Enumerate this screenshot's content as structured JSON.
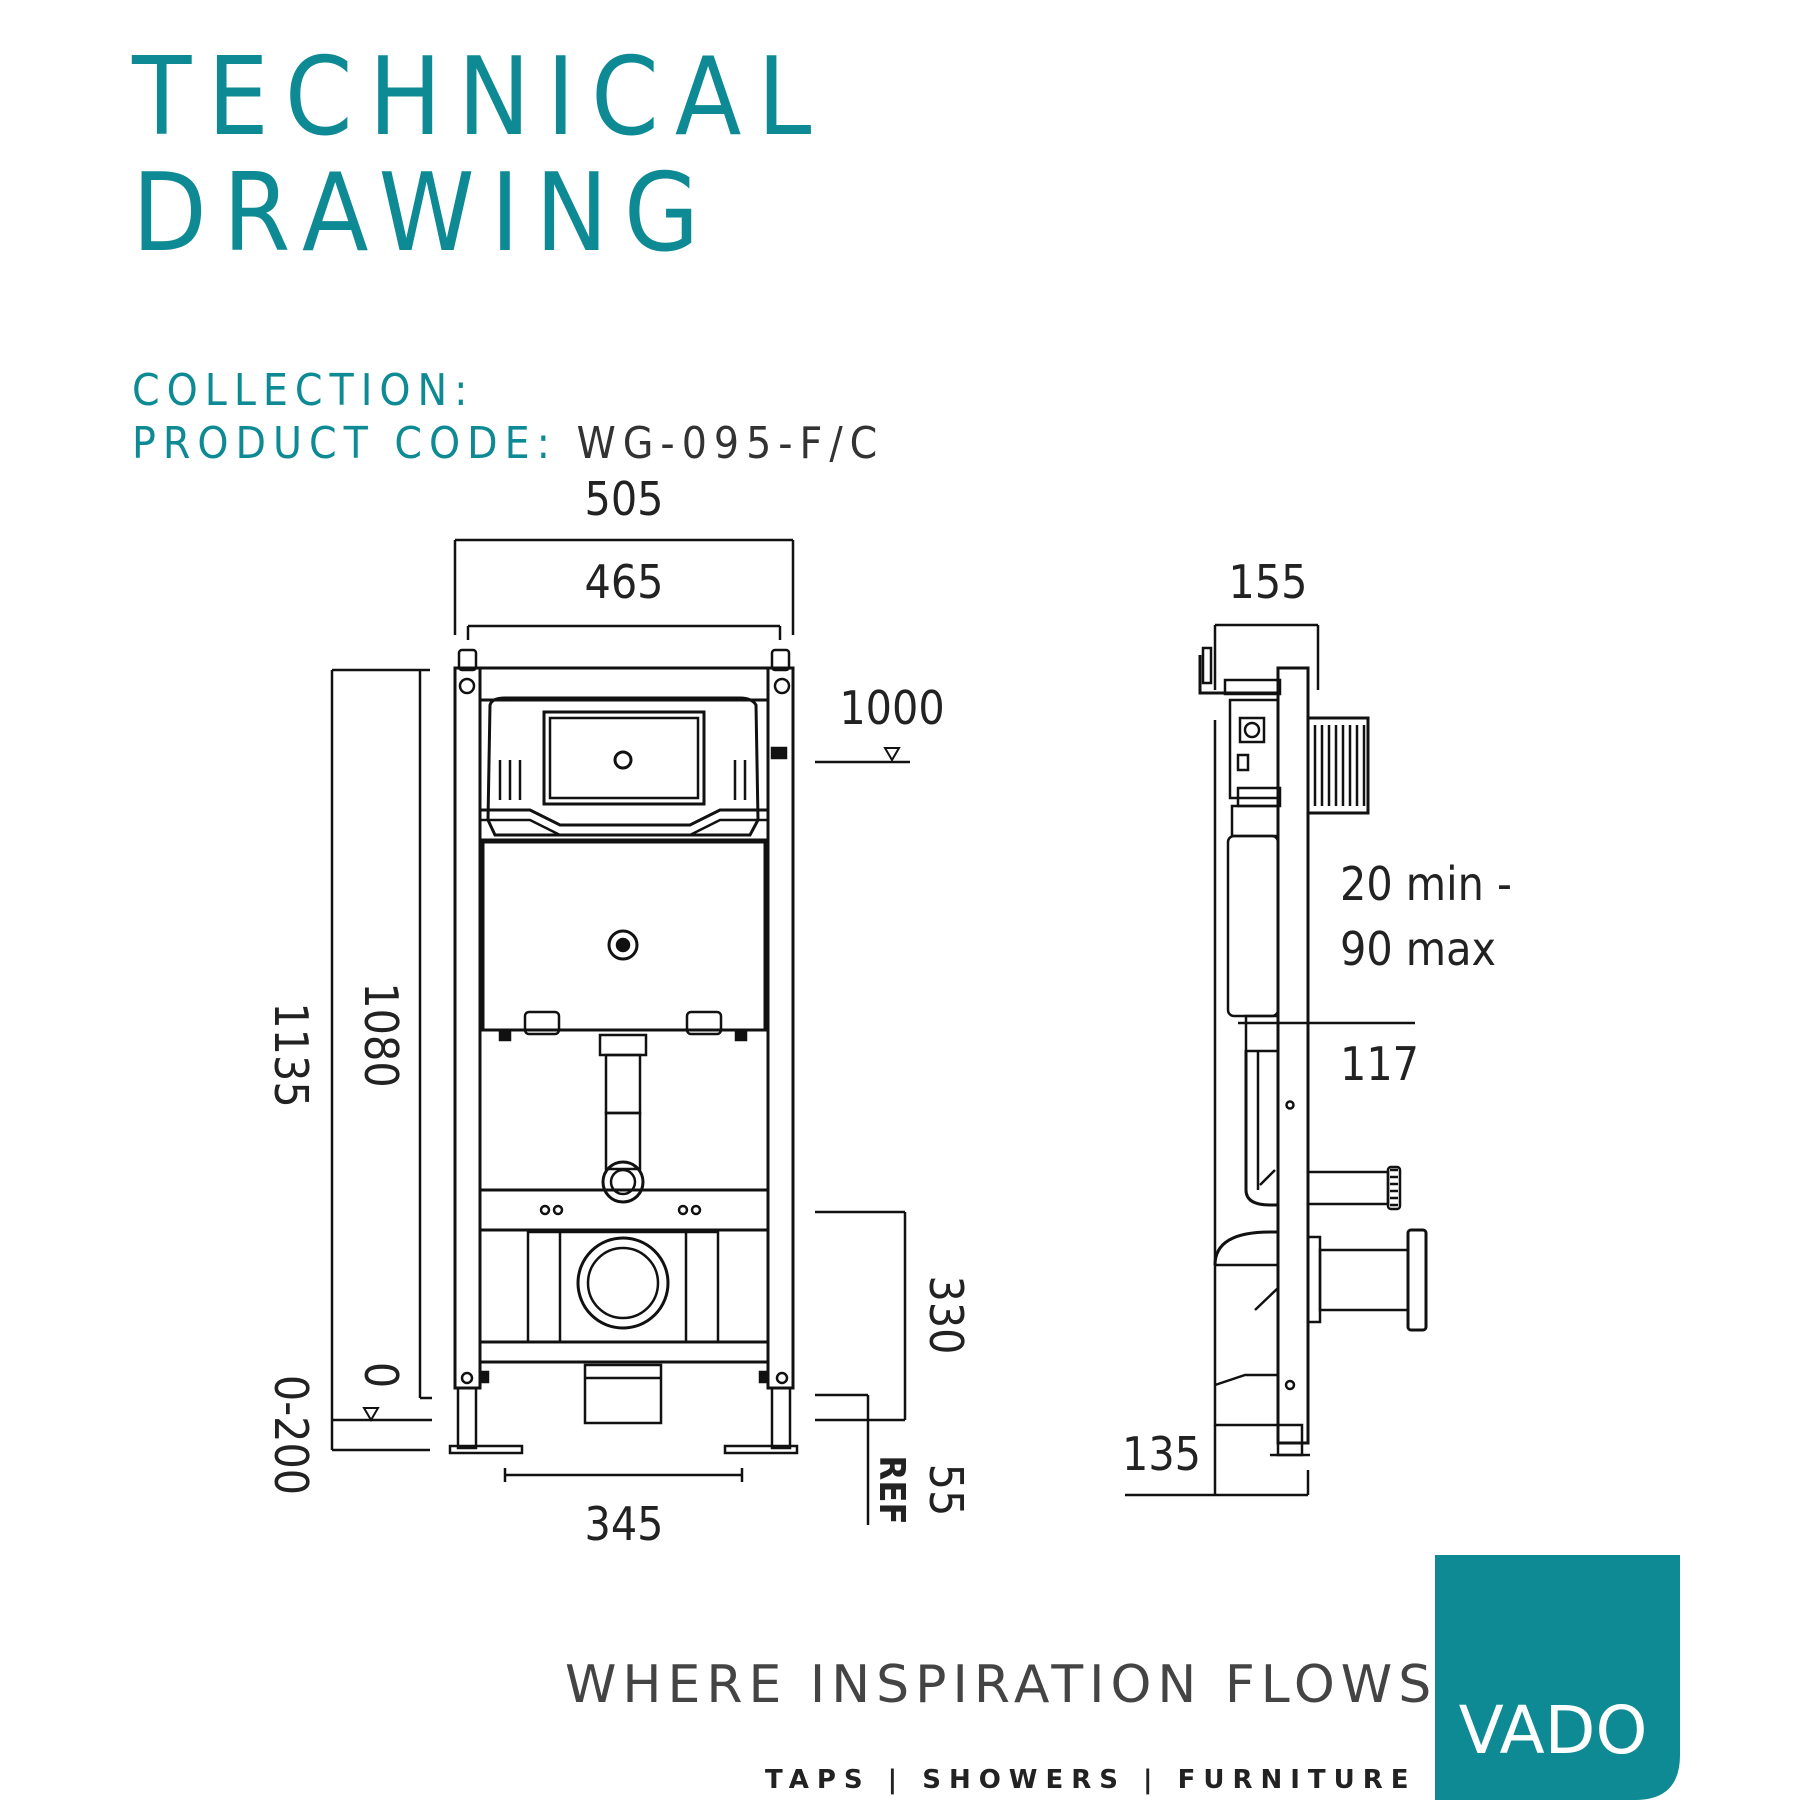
{
  "title": {
    "line1": "TECHNICAL",
    "line2": "DRAWING"
  },
  "meta": {
    "collection_label": "COLLECTION:",
    "collection_value": "",
    "product_code_label": "PRODUCT CODE:",
    "product_code_value": "WG-095-F/C"
  },
  "dimensions": {
    "front": {
      "overall_width": "505",
      "frame_width": "465",
      "height_total": "1135",
      "height_frame": "1080",
      "flush_level": "1000",
      "outlet_height": "330",
      "floor_zero": "0",
      "leg_range": "0-200",
      "ref_offset": "55",
      "ref_label": "REF",
      "feet_width": "345"
    },
    "side": {
      "depth": "155",
      "wall_range_1": "20 min -",
      "wall_range_2": "90 max",
      "plate_depth": "117",
      "base_depth": "135"
    }
  },
  "brand": {
    "tagline": "WHERE INSPIRATION FLOWS",
    "subtag": "TAPS | SHOWERS | FURNITURE",
    "logo_text": "VADO",
    "accent_color": "#0e8a94"
  }
}
